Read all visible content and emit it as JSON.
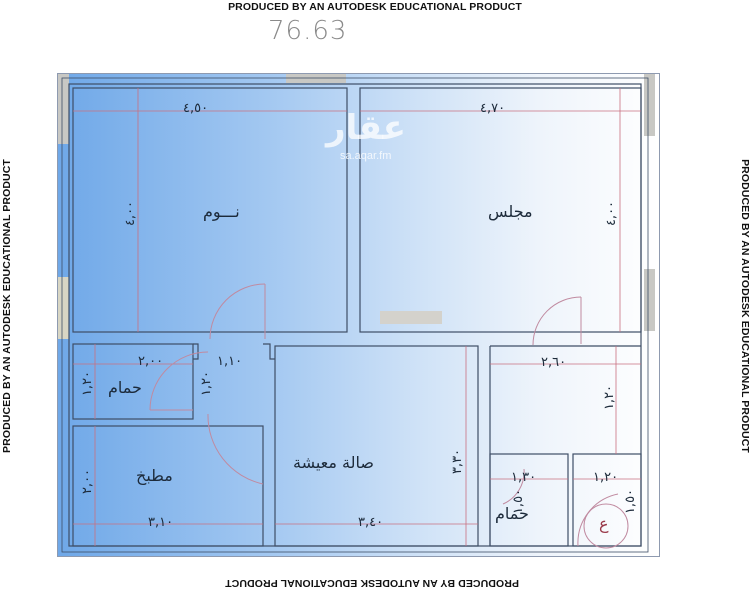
{
  "watermarks": {
    "top": "PRODUCED BY AN AUTODESK EDUCATIONAL PRODUCT",
    "bottom": "PRODUCED BY AN AUTODESK EDUCATIONAL PRODUCT",
    "left": "PRODUCED BY AN AUTODESK EDUCATIONAL PRODUCT",
    "right": "PRODUCED BY AN AUTODESK EDUCATIONAL PRODUCT"
  },
  "total_area": "76.63",
  "logo": {
    "text": "عقار",
    "url": "sa.aqar.fm"
  },
  "rooms": {
    "bedroom": {
      "label": "نـــوم",
      "width": "٤,٥٠",
      "depth": "٤,٠٠"
    },
    "majlis": {
      "label": "مجلس",
      "width": "٤,٧٠",
      "depth": "٤,٠٠"
    },
    "bathroom_left": {
      "label": "حمام",
      "width": "٢,٠٠",
      "depth": "١,٢٠"
    },
    "corridor": {
      "width": "١,١٠",
      "depth": "١,٢٠"
    },
    "kitchen": {
      "label": "مطبخ",
      "width": "٣,١٠",
      "depth": "٢,٠٠"
    },
    "living_hall": {
      "label": "صالة معيشة",
      "width": "٣,٤٠",
      "depth": "٣,٣٠"
    },
    "entry": {
      "width": "٢,٦٠",
      "depth": "١,٢٠"
    },
    "bathroom_right": {
      "label": "حمام",
      "width": "١,٣٠",
      "depth": "١,٥٠"
    },
    "stair": {
      "width": "١,٢٠",
      "depth": "١,٥٠",
      "marker": "ع"
    }
  },
  "colors": {
    "wall": "#3e4e66",
    "dimension_line": "#c87080",
    "window": "#c8c8c4",
    "gradient_start": "#6fa8e8",
    "gradient_end": "#ffffff"
  }
}
